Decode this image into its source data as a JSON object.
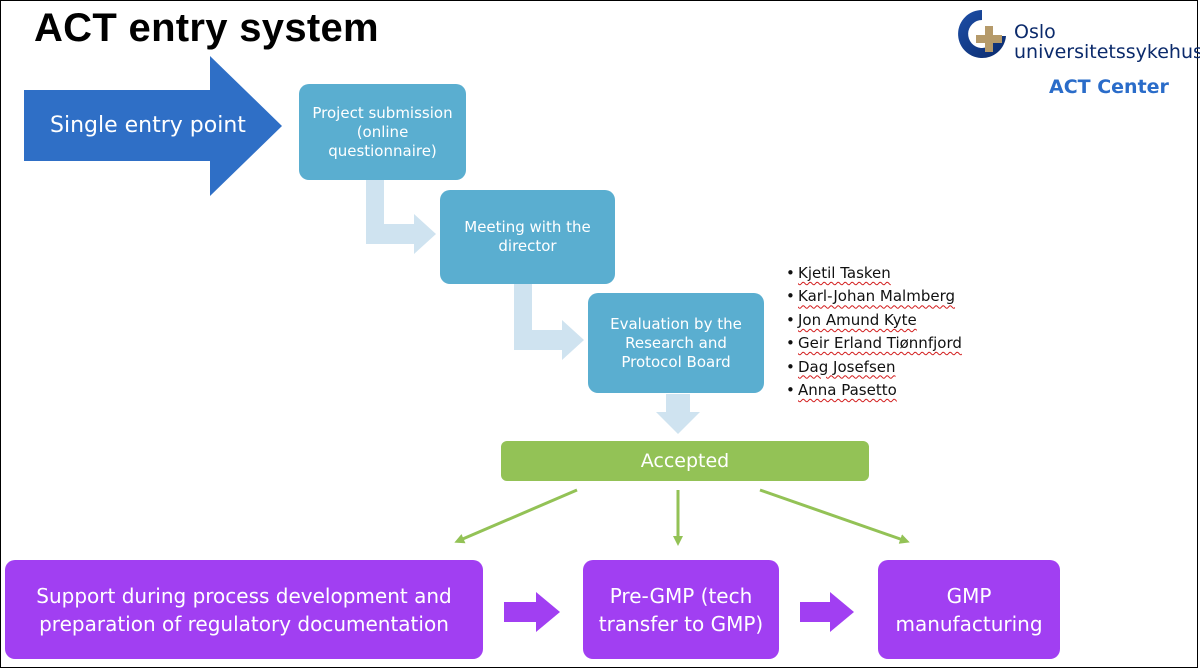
{
  "title": "ACT entry system",
  "logo": {
    "name_line1": "Oslo",
    "name_line2": "universitetssykehus",
    "subtitle": "ACT Center"
  },
  "entry_arrow": {
    "label": "Single entry point"
  },
  "steps": [
    {
      "line1": "Project submission",
      "line2": "(online",
      "line3": "questionnaire)"
    },
    {
      "line1": "Meeting with the",
      "line2": "director"
    },
    {
      "line1": "Evaluation by the",
      "line2": "Research and",
      "line3": "Protocol Board"
    }
  ],
  "board_members": [
    "Kjetil Tasken",
    "Karl-Johan Malmberg",
    "Jon Amund Kyte",
    "Geir Erland Tiønnfjord",
    "Dag Josefsen",
    "Anna Pasetto"
  ],
  "accepted_label": "Accepted",
  "outcomes": [
    {
      "line1": "Support during process development and",
      "line2": "preparation of regulatory documentation"
    },
    {
      "line1": "Pre-GMP (tech",
      "line2": "transfer to GMP)"
    },
    {
      "line1": "GMP",
      "line2": "manufacturing"
    }
  ],
  "colors": {
    "entry_arrow": "#2f6fc6",
    "step_box": "#5aaed0",
    "connector": "#cfe3f0",
    "accepted": "#93c256",
    "outcome_box": "#a13ff2",
    "logo_blue": "#0b2a6b",
    "logo_accent": "#2a6cc9"
  }
}
